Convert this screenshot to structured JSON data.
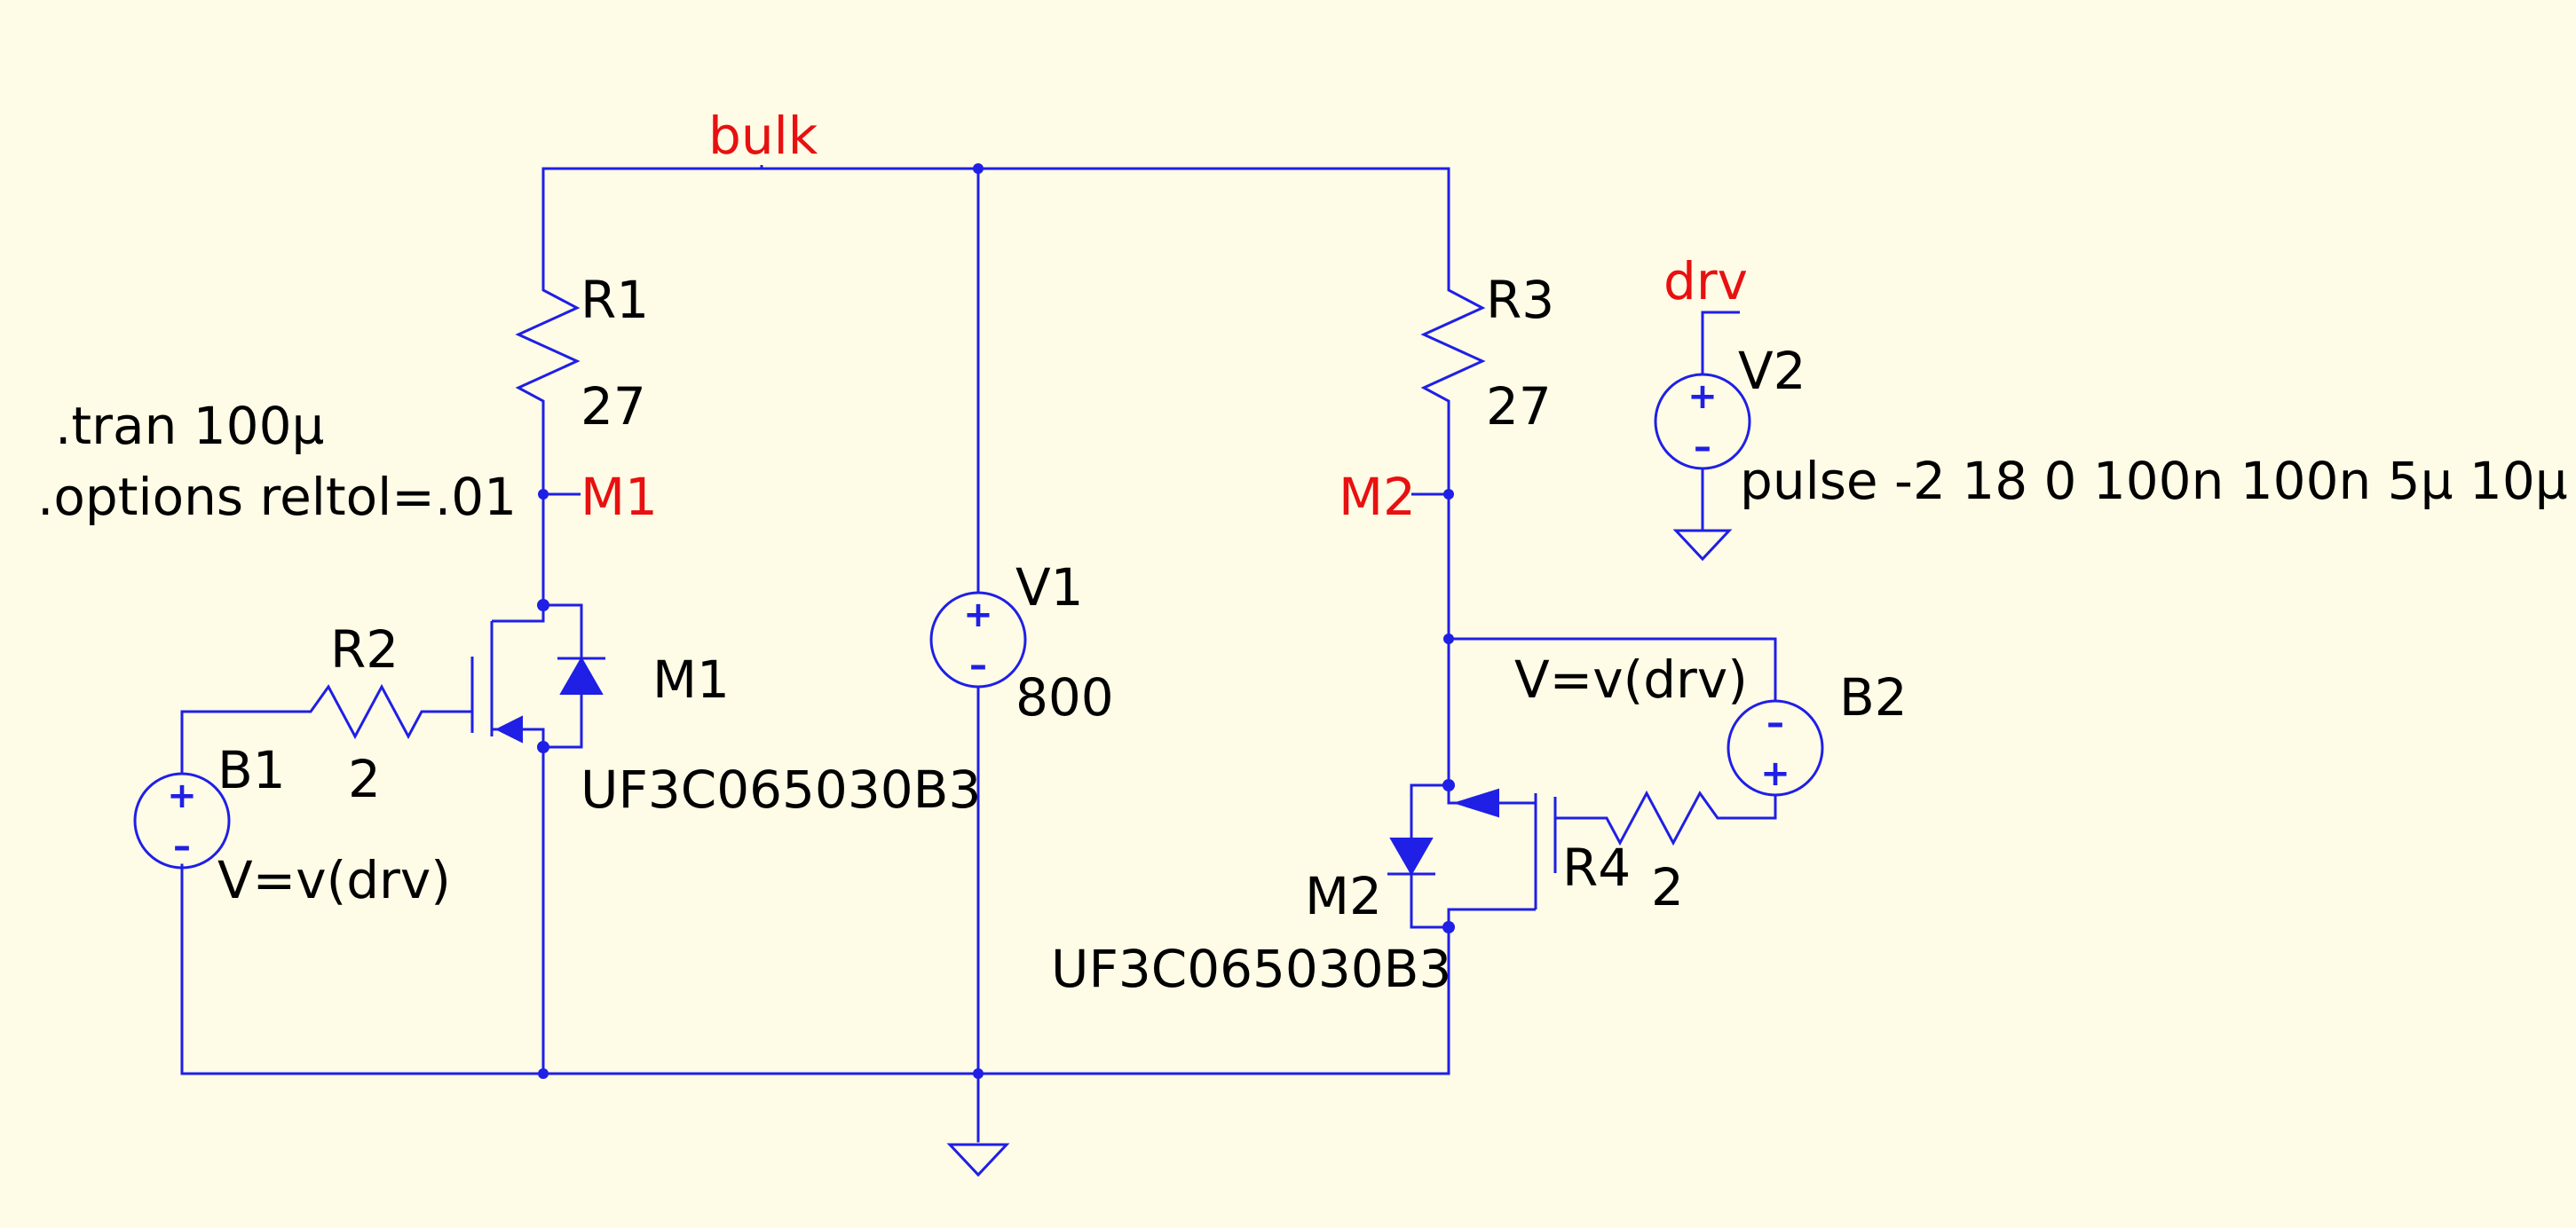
{
  "net_labels": {
    "bulk": "bulk",
    "m1": "M1",
    "m2": "M2",
    "drv": "drv"
  },
  "directives": {
    "tran": ".tran 100µ",
    "options": ".options reltol=.01"
  },
  "components": {
    "r1": {
      "name": "R1",
      "value": "27"
    },
    "r2": {
      "name": "R2",
      "value": "2"
    },
    "r3": {
      "name": "R3",
      "value": "27"
    },
    "r4": {
      "name": "R4",
      "value": "2"
    },
    "v1": {
      "name": "V1",
      "value": "800"
    },
    "v2": {
      "name": "V2",
      "value": "pulse -2 18 0 100n 100n 5µ 10µ"
    },
    "b1": {
      "name": "B1",
      "value": "V=v(drv)"
    },
    "b2": {
      "name": "B2",
      "value": "V=v(drv)"
    },
    "m1": {
      "name": "M1",
      "model": "UF3C065030B3"
    },
    "m2": {
      "name": "M2",
      "model": "UF3C065030B3"
    }
  },
  "signs": {
    "plus": "+",
    "minus": "–"
  },
  "colors": {
    "background": "#fefbe6",
    "wire": "#1f1fe6",
    "net_label": "#e81010",
    "text": "#000000"
  }
}
